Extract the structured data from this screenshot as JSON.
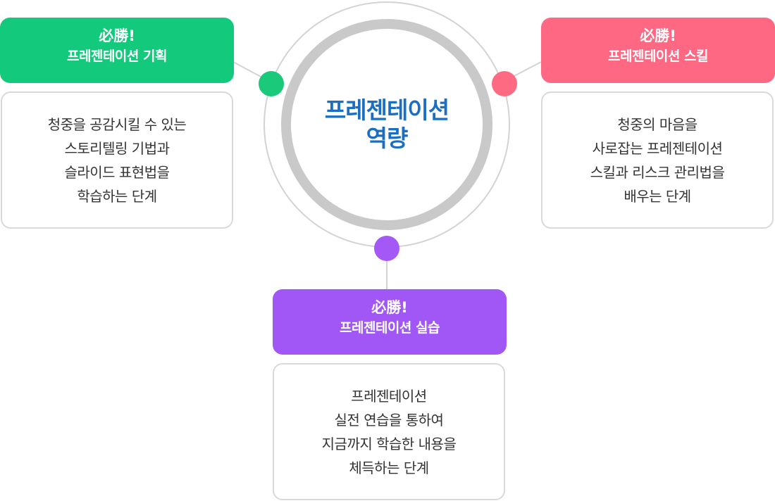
{
  "center": {
    "title": "프레젠테이션\n역량"
  },
  "cards": [
    {
      "kicker": "必勝!",
      "title": "프레젠테이션 기획",
      "description": "청중을 공감시킬 수 있는\n스토리텔링 기법과\n슬라이드 표현법을\n학습하는 단계"
    },
    {
      "kicker": "必勝!",
      "title": "프레젠테이션 스킬",
      "description": "청중의 마음을\n사로잡는 프레젠테이션\n스킬과 리스크 관리법을\n배우는 단계"
    },
    {
      "kicker": "必勝!",
      "title": "프레젠테이션 실습",
      "description": "프레젠테이션\n실전 연습을 통하여\n지금까지 학습한 내용을\n체득하는 단계"
    }
  ],
  "colors": {
    "green": "#12c97c",
    "pink": "#ff6883",
    "purple": "#a157f5",
    "center_text": "#1b6fc2"
  }
}
